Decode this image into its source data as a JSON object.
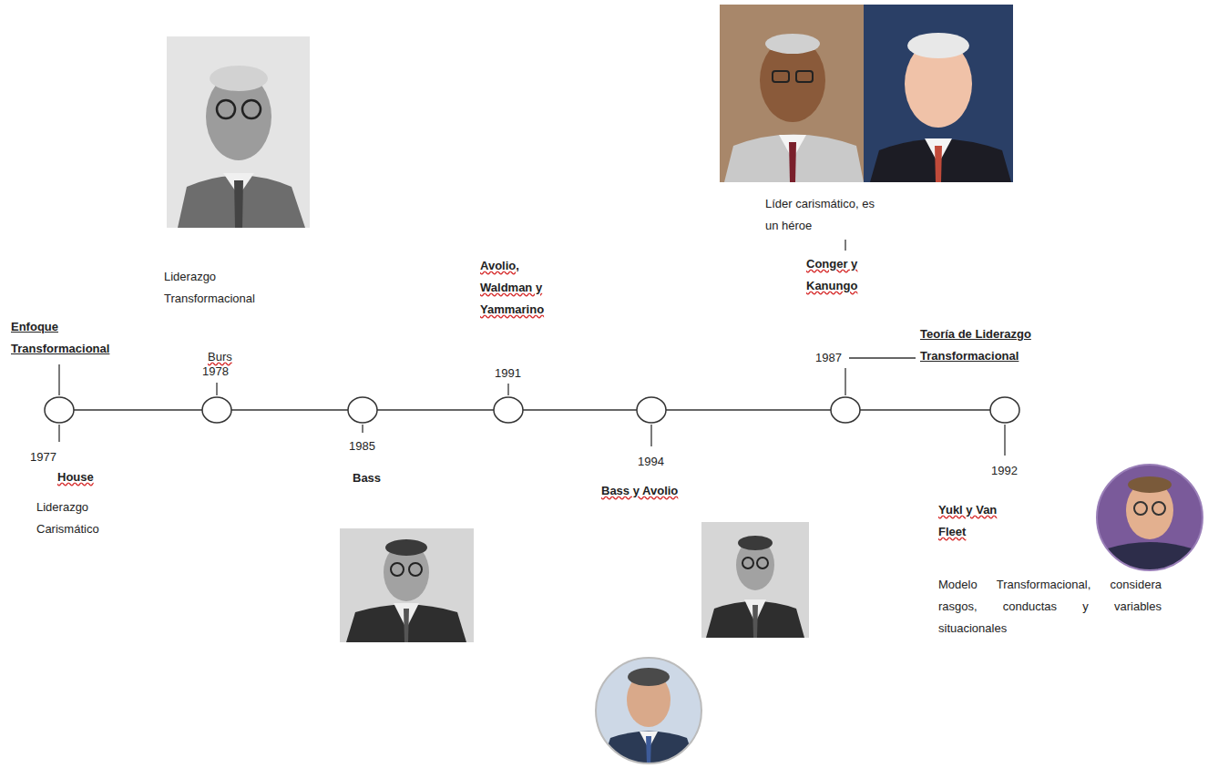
{
  "diagram": {
    "nodes": [
      {
        "text": [
          "Enfoque Transformacional",
          "1977",
          "House",
          "Liderazgo Carismático"
        ]
      },
      {
        "text": [
          "Liderazgo Transformacional",
          "Burs",
          "1978"
        ]
      },
      {
        "text": [
          "1985",
          "Bass"
        ]
      },
      {
        "text": [
          "Avolio, Waldman y Yammarino",
          "1991"
        ]
      },
      {
        "text": [
          "1994",
          "Bass y Avolio"
        ]
      },
      {
        "text": [
          "Líder carismático, es un héroe",
          "Conger y Kanungo",
          "1987",
          "Teoría de Liderazgo Transformacional"
        ]
      },
      {
        "text": [
          "1992",
          "Yukl y Van Fleet",
          "Modelo Transformacional, considera rasgos, conductas y variables situacionales"
        ]
      }
    ],
    "edges": [
      {
        "from": 0,
        "to": 1,
        "arrow": "none"
      },
      {
        "from": 1,
        "to": 2,
        "arrow": "none"
      },
      {
        "from": 2,
        "to": 3,
        "arrow": "none"
      },
      {
        "from": 3,
        "to": 4,
        "arrow": "none"
      },
      {
        "from": 4,
        "to": 5,
        "arrow": "none"
      },
      {
        "from": 5,
        "to": 6,
        "arrow": "none"
      }
    ]
  }
}
